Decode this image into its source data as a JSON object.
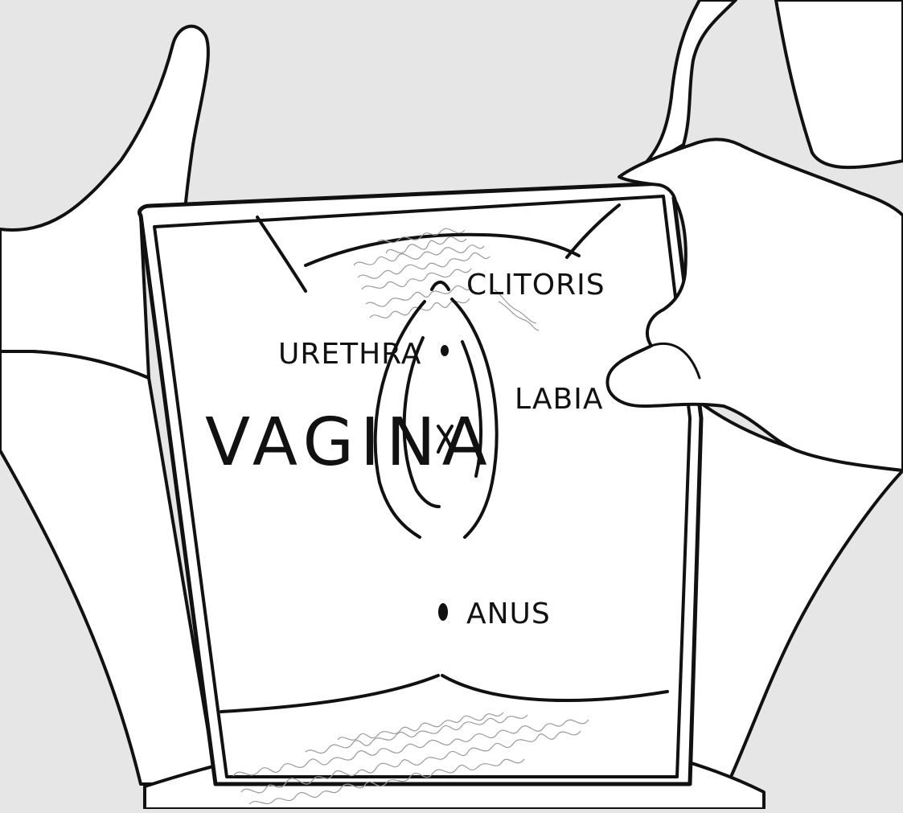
{
  "labels": {
    "clitoris": "CLITORIS",
    "urethra": "URETHRA",
    "labia": "LABIA",
    "vagina": "VAGINA",
    "anus": "ANUS"
  },
  "colors": {
    "background": "#e6e6e6",
    "skin": "#ffffff",
    "outline": "#111111",
    "hair": "#9a9a9a"
  }
}
